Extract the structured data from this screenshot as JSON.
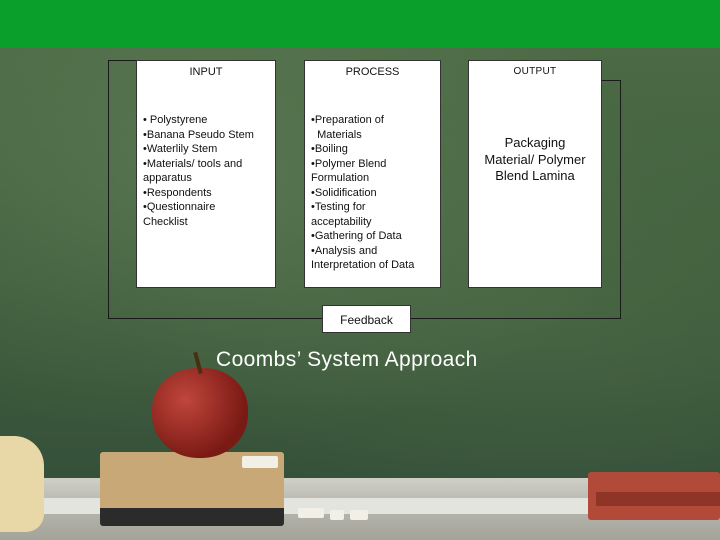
{
  "diagram": {
    "input": {
      "title": "INPUT",
      "items": [
        "• Polystyrene",
        "•Banana Pseudo Stem",
        "•Waterlily Stem",
        "•Materials/ tools and",
        "apparatus",
        "•Respondents",
        "•Questionnaire",
        "Checklist"
      ]
    },
    "process": {
      "title": "PROCESS",
      "items": [
        "•Preparation of",
        "  Materials",
        "•Boiling",
        "•Polymer Blend",
        "Formulation",
        "•Solidification",
        "•Testing for",
        "acceptability",
        "•Gathering of Data",
        "•Analysis and",
        "Interpretation of Data"
      ]
    },
    "output": {
      "title": "OUTPUT",
      "lines": [
        "Packaging",
        "Material/ Polymer",
        "Blend Lamina"
      ]
    },
    "feedback": {
      "label": "Feedback"
    },
    "caption": "Coombs’ System Approach"
  },
  "colors": {
    "top_bar": "#0a9e2a",
    "chalkboard": "#3f5d3b",
    "box_fill": "#ffffff",
    "caption_text": "#ffffff"
  }
}
